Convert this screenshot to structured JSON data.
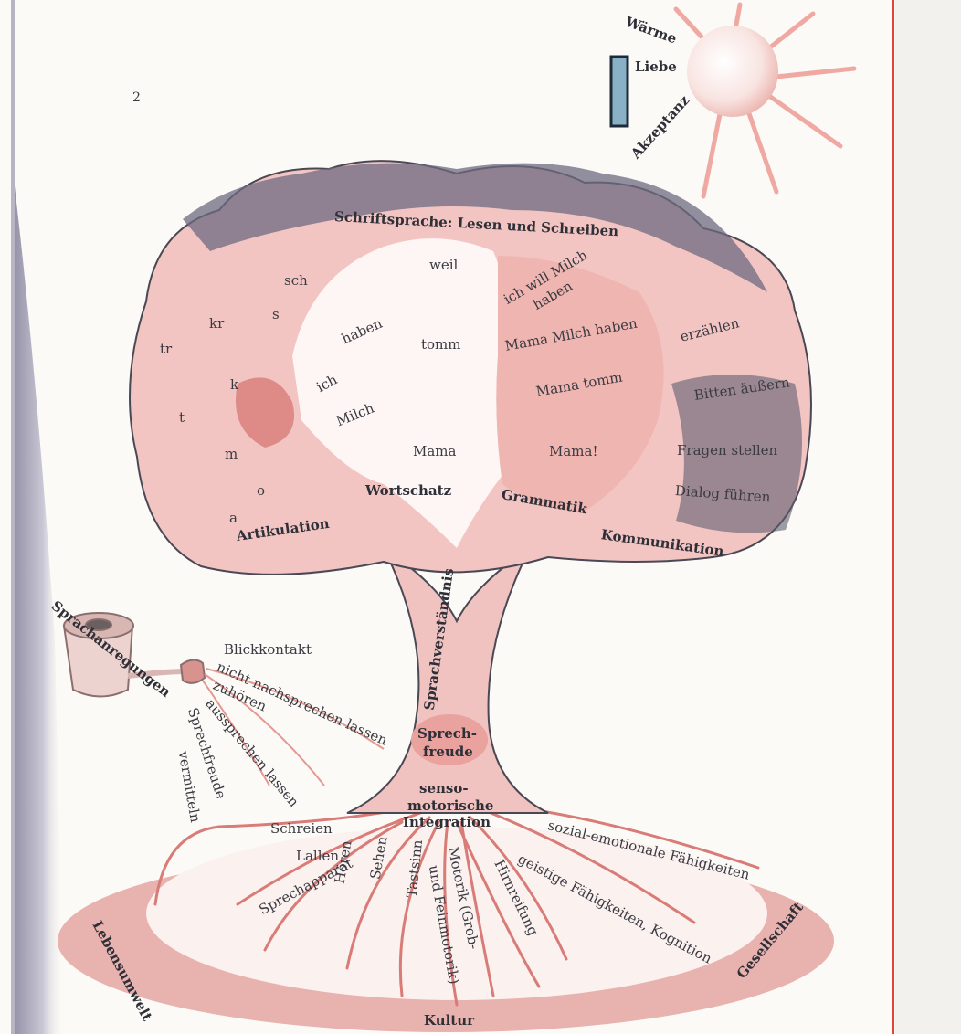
{
  "colors": {
    "paper": "#fbfaf6",
    "shadow": "#a9a7b8",
    "tree_pink": "#eab0ad",
    "tree_pink_dark": "#d88581",
    "leaf_grey": "#5f5d70",
    "ground": "#e8b2ae",
    "red_line": "#e3413a",
    "marker_fill": "#8ab0c6"
  },
  "icons": {
    "sun": "sun-icon",
    "watering_can": "watering-can-icon",
    "marker": "blue-rectangle-marker"
  },
  "stray_mark": "2",
  "sun": {
    "top": "Wärme",
    "mid": "Liebe",
    "bottom": "Akzeptanz"
  },
  "crown": {
    "top": "Schriftsprache: Lesen und Schreiben",
    "articulation": {
      "title": "Artikulation",
      "sounds": [
        "sch",
        "s",
        "kr",
        "tr",
        "k",
        "t",
        "m",
        "o",
        "a"
      ]
    },
    "vocabulary": {
      "title": "Wortschatz",
      "words": [
        "weil",
        "haben",
        "tomm",
        "ich",
        "Milch",
        "Mama"
      ]
    },
    "grammar": {
      "title": "Grammatik",
      "phrases": [
        "ich will Milch",
        "haben",
        "Mama Milch haben",
        "Mama tomm",
        "Mama!"
      ]
    },
    "communication": {
      "title": "Kommunikation",
      "items": [
        "erzählen",
        "Bitten äußern",
        "Fragen stellen",
        "Dialog führen"
      ]
    }
  },
  "trunk": {
    "understanding": "Sprachverständnis",
    "joy": [
      "Sprech-",
      "freude"
    ],
    "integration": [
      "senso-",
      "motorische",
      "Integration"
    ]
  },
  "watering": {
    "title": "Sprachanregungen",
    "items": [
      "Blickkontakt",
      "nicht nachsprechen lassen",
      "zuhören",
      "aussprechen lassen",
      "Sprechfreude",
      "vermitteln"
    ]
  },
  "roots": {
    "left": [
      "Schreien",
      "Lallen",
      "Sprechapparat"
    ],
    "bottom": [
      "Hören",
      "Sehen",
      "Tastsinn",
      "Motorik (Grob-",
      "und Feinmotorik)",
      "Hirnreifung"
    ],
    "right": [
      "sozial-emotionale Fähigkeiten",
      "geistige Fähigkeiten, Kognition"
    ]
  },
  "ground": {
    "left": "Lebensumwelt",
    "bottom": "Kultur",
    "right": "Gesellschaft"
  }
}
